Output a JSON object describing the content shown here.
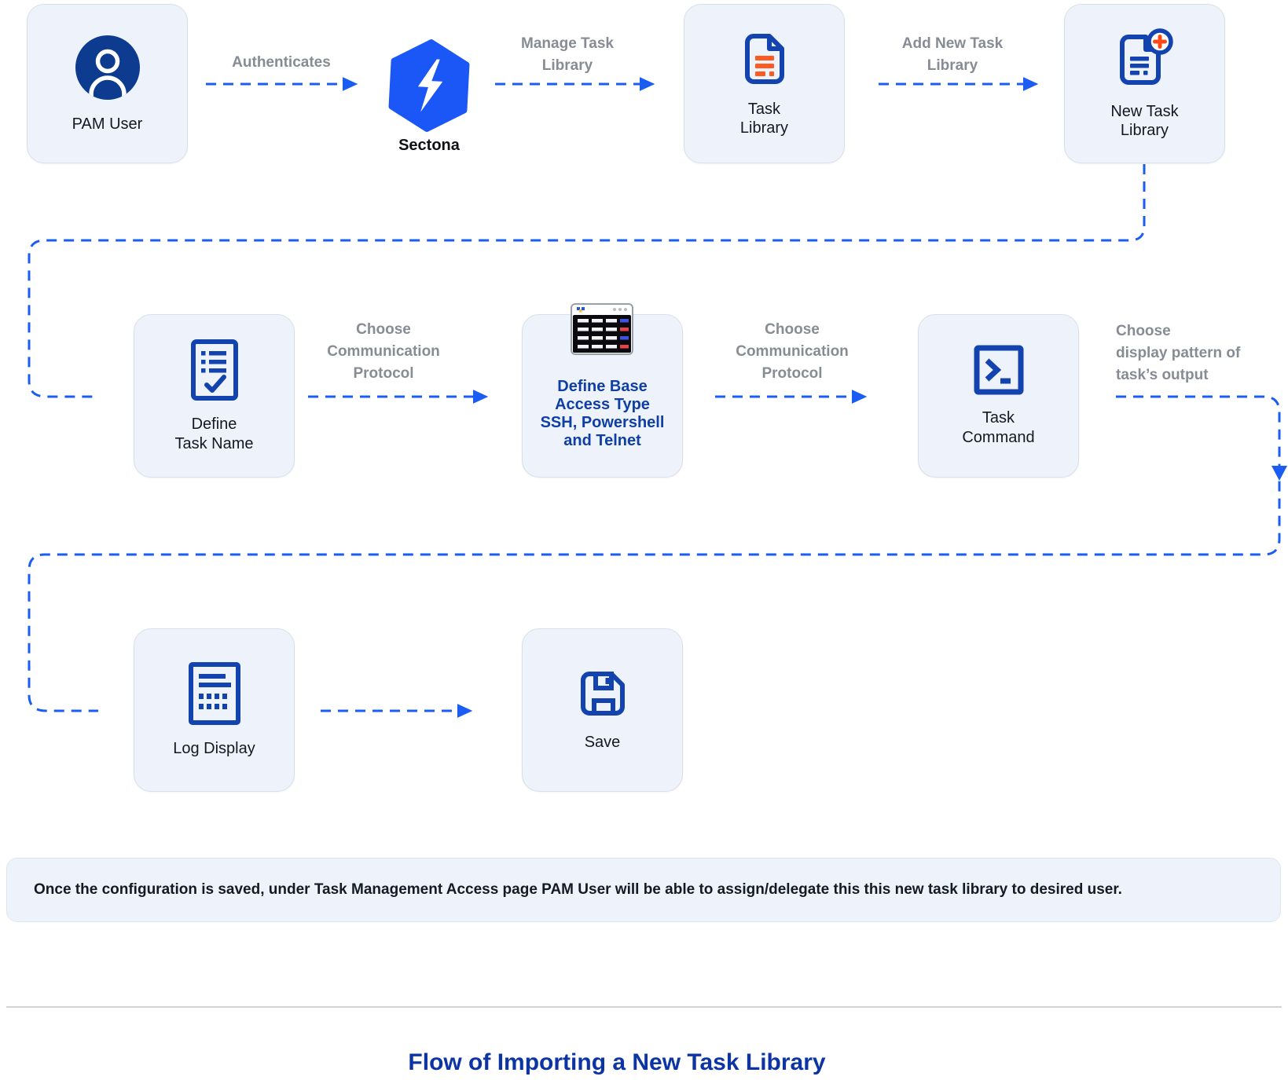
{
  "brand": {
    "name": "Sectona"
  },
  "title": "Flow of Importing a New Task Library",
  "note": "Once the configuration is saved, under Task Management Access page PAM User will be able to assign/delegate this this new task library to desired user.",
  "colors": {
    "arrow_blue": "#1B5CF3",
    "icon_blue": "#1243AE",
    "navy": "#0D3B8F",
    "orange": "#FF5A1F",
    "label_gray": "#878C94",
    "title_blue": "#0C34A4",
    "box_fill": "#EEF3FB"
  },
  "nodes": {
    "pam_user": {
      "label": "PAM User"
    },
    "task_library": {
      "label": "Task\nLibrary"
    },
    "new_task_library": {
      "label": "New Task\nLibrary"
    },
    "define_task_name": {
      "label": "Define\nTask Name"
    },
    "define_base_access": {
      "label": "Define Base\nAccess Type\nSSH, Powershell\nand Telnet"
    },
    "task_command": {
      "label": "Task\nCommand"
    },
    "log_display": {
      "label": "Log Display"
    },
    "save": {
      "label": "Save"
    }
  },
  "edges": {
    "authenticates": "Authenticates",
    "manage_task_library": "Manage Task\nLibrary",
    "add_new_task_library": "Add New Task\nLibrary",
    "choose_protocol_1": "Choose\nCommunication\nProtocol",
    "choose_protocol_2": "Choose\nCommunication\nProtocol",
    "choose_display_pattern": "Choose\ndisplay pattern of\ntask’s output"
  }
}
